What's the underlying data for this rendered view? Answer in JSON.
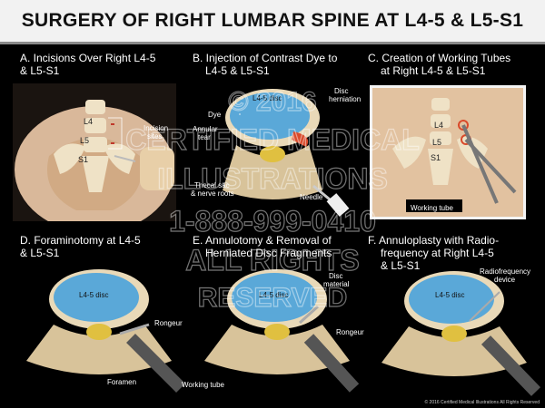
{
  "title": "SURGERY OF RIGHT LUMBAR SPINE AT L4-5 & L5-S1",
  "panels": {
    "a": {
      "caption_1": "A. Incisions Over Right L4-5",
      "caption_2": "& L5-S1",
      "l4": "L4",
      "l5": "L5",
      "s1": "S1",
      "callout_1": "Incision",
      "callout_2": "sites"
    },
    "b": {
      "caption_1": "B. Injection of Contrast Dye to",
      "caption_2": "L4-5 & L5-S1",
      "disc": "L4-5 disc",
      "dye": "Dye",
      "annular_1": "Annular",
      "annular_2": "tear",
      "herniation_1": "Disc",
      "herniation_2": "herniation",
      "thecal_1": "Thecal sac",
      "thecal_2": "& nerve roots",
      "needle": "Needle"
    },
    "c": {
      "caption_1": "C. Creation of Working Tubes",
      "caption_2": "at Right L4-5 & L5-S1",
      "l4": "L4",
      "l5": "L5",
      "s1": "S1",
      "working_tube": "Working tube"
    },
    "d": {
      "caption_1": "D. Foraminotomy at L4-5",
      "caption_2": "& L5-S1",
      "disc": "L4-5 disc",
      "rongeur": "Rongeur",
      "foramen": "Foramen",
      "working_tube": "Working tube"
    },
    "e": {
      "caption_1": "E. Annulotomy & Removal of",
      "caption_2": "Herniated Disc Fragments",
      "disc": "L4-5 disc",
      "disc_material_1": "Disc",
      "disc_material_2": "material",
      "rongeur": "Rongeur"
    },
    "f": {
      "caption_1": "F. Annuloplasty with Radio-",
      "caption_2": "frequency at Right L4-5",
      "caption_3": "& L5-S1",
      "disc": "L4-5 disc",
      "rf_1": "Radiofrequency",
      "rf_2": "device"
    }
  },
  "watermark": {
    "line_1": "© 2016",
    "line_2": "CERTIFIED MEDICAL",
    "line_3": "ILLUSTRATIONS",
    "line_4": "1-888-999-0410",
    "line_5": "ALL RIGHTS",
    "line_6": "RESERVED"
  },
  "copyright": "© 2016 Certified Medical Illustrations All Rights Reserved",
  "colors": {
    "disc": "#5aa8d8",
    "bone": "#e9d9b8",
    "skin": "#e6c3a0",
    "title_bg": "#f2f2f2"
  }
}
